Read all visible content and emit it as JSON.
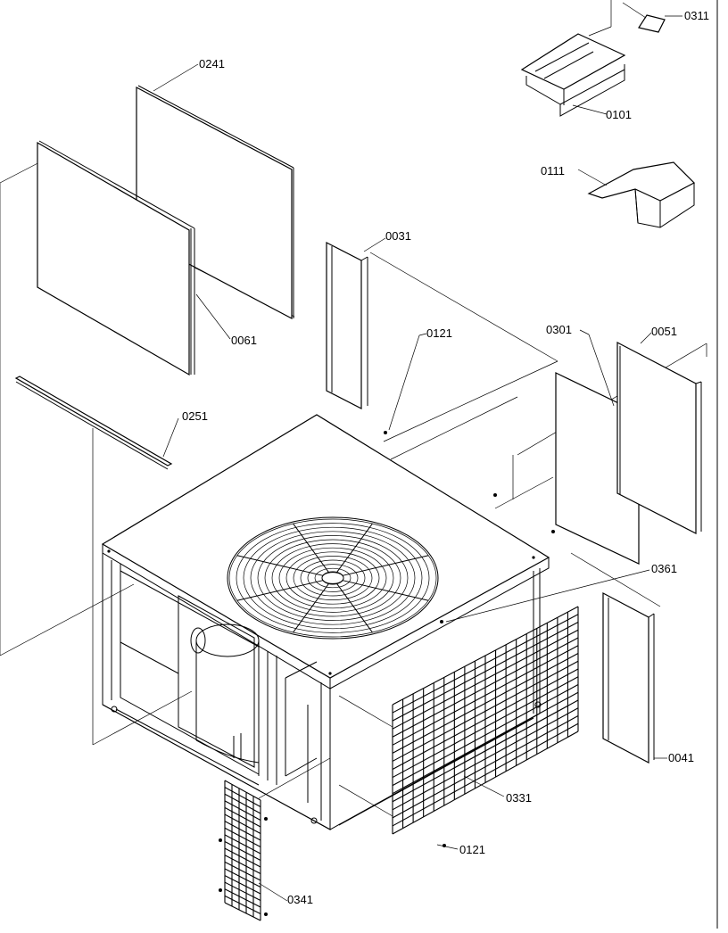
{
  "labels": {
    "p0311": "0311",
    "p0101": "0101",
    "p0111": "0111",
    "p0241": "0241",
    "p0061": "0061",
    "p0031": "0031",
    "p0121_top": "0121",
    "p0301": "0301",
    "p0051": "0051",
    "p0251": "0251",
    "p0361": "0361",
    "p0041": "0041",
    "p0331": "0331",
    "p0121_bottom": "0121",
    "p0341": "0341"
  }
}
